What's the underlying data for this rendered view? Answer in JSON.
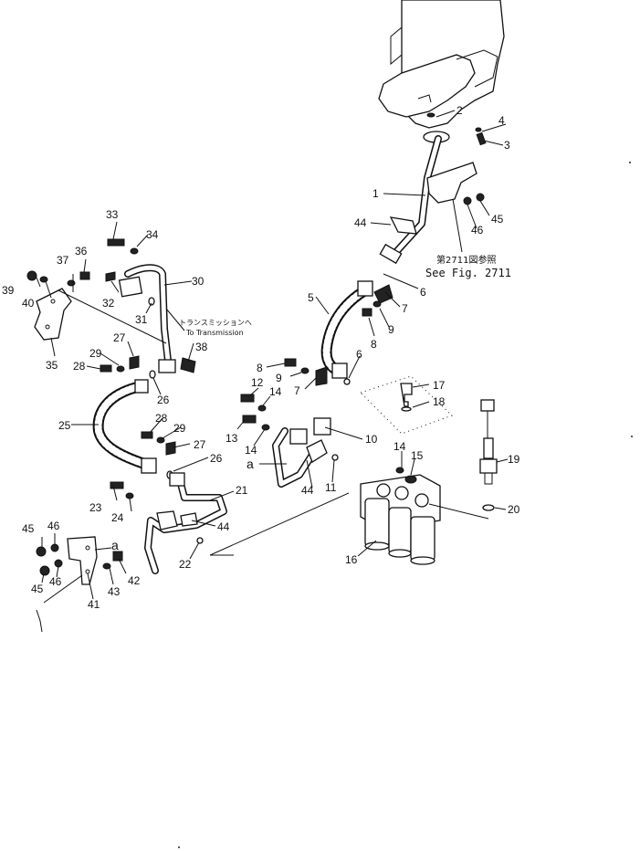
{
  "diagram": {
    "callouts": [
      "1",
      "2",
      "3",
      "4",
      "5",
      "6",
      "7",
      "8",
      "9",
      "10",
      "11",
      "12",
      "13",
      "14",
      "15",
      "16",
      "17",
      "18",
      "19",
      "20",
      "21",
      "22",
      "23",
      "24",
      "25",
      "26",
      "27",
      "28",
      "29",
      "30",
      "31",
      "32",
      "33",
      "34",
      "35",
      "36",
      "37",
      "38",
      "39",
      "40",
      "41",
      "42",
      "43",
      "44",
      "45",
      "46"
    ],
    "extra_callouts": {
      "n6b": "6",
      "n7b": "7",
      "n8b": "8",
      "n9b": "9",
      "n14b": "14",
      "n14c": "14",
      "n26b": "26",
      "n27b": "27",
      "n28b": "28",
      "n29b": "29",
      "n44b": "44",
      "n44c": "44",
      "n45b": "45",
      "n45c": "45",
      "n46b": "46",
      "n46c": "46"
    },
    "joint_marks": {
      "a1": "a",
      "a2": "a"
    },
    "notes": {
      "fig_ref_jp": "第2711図参照",
      "fig_ref_en": "See Fig. 2711",
      "transmission_jp": "トランスミッションへ",
      "transmission_en": "To Transmission"
    }
  }
}
